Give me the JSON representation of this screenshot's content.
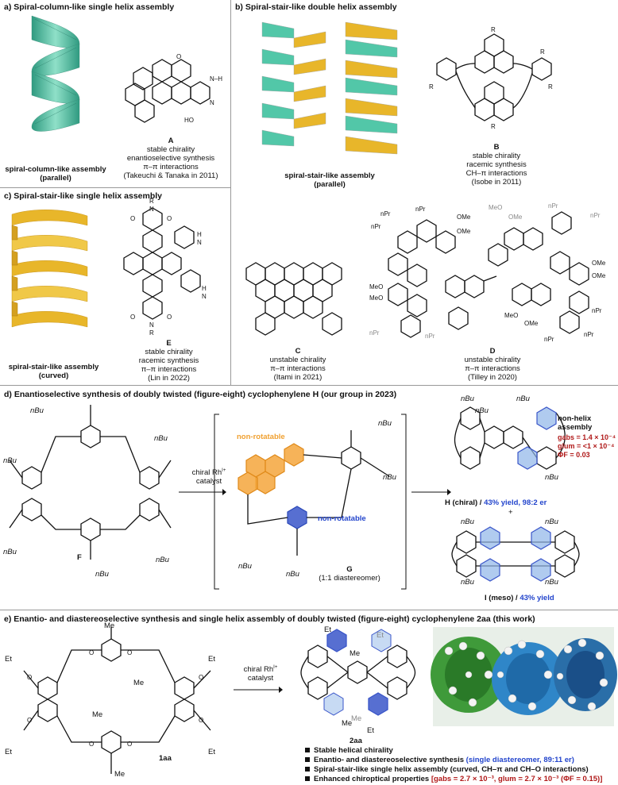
{
  "panel_a": {
    "title": "a) Spiral-column-like single helix assembly",
    "assembly_caption_1": "spiral-column-like assembly",
    "assembly_caption_2": "(parallel)",
    "compound": "A",
    "lines": [
      "stable chirality",
      "enantioselective synthesis",
      "π–π interactions",
      "(Takeuchi & Tanaka in 2011)"
    ],
    "atoms": {
      "o": "O",
      "nh": "N–H",
      "n": "N",
      "ho": "HO"
    }
  },
  "panel_b": {
    "title": "b) Spiral-stair-like double helix assembly",
    "assembly_caption_1": "spiral-stair-like assembly",
    "assembly_caption_2": "(parallel)",
    "compound": "B",
    "lines": [
      "stable chirality",
      "racemic synthesis",
      "CH–π interactions",
      "(Isobe in 2011)"
    ],
    "r": "R"
  },
  "panel_c": {
    "title": "c) Spiral-stair-like single helix assembly",
    "assembly_caption_1": "spiral-stair-like assembly",
    "assembly_caption_2": "(curved)",
    "compound_e": "E",
    "lines_e": [
      "stable chirality",
      "racemic synthesis",
      "π–π interactions",
      "(Lin in 2022)"
    ],
    "compound_c": "C",
    "lines_c": [
      "unstable chirality",
      "π–π interactions",
      "(Itami in 2021)"
    ],
    "compound_d": "D",
    "lines_d": [
      "unstable chirality",
      "π–π interactions",
      "(Tilley in 2020)"
    ],
    "atoms": {
      "r": "R",
      "n": "N",
      "o": "O",
      "h": "H",
      "npr": "nPr",
      "ome": "OMe",
      "meo": "MeO"
    }
  },
  "panel_d": {
    "title": "d) Enantioselective synthesis of doubly twisted (figure-eight) cyclophenylene H (our group in 2023)",
    "reagent_1": "chiral Rh",
    "reagent_sup": "I+",
    "reagent_2": "catalyst",
    "compound_f": "F",
    "compound_g": "G",
    "g_note": "(1:1 diastereomer)",
    "non_rotatable": "non-rotatable",
    "nbu": "nBu",
    "h_label": "H (chiral) / ",
    "h_yield": "43% yield, 98:2 er",
    "plus": "+",
    "i_label": "I (meso) / ",
    "i_yield": "43% yield",
    "props_title_1": "non-helix",
    "props_title_2": "assembly",
    "props": [
      "gabs = 1.4 × 10⁻⁴",
      "glum = <1 × 10⁻⁴",
      "ΦF = 0.03"
    ]
  },
  "panel_e": {
    "title": "e) Enantio- and diastereoselective synthesis and single helix assembly of doubly twisted (figure-eight) cyclophenylene 2aa (this work)",
    "reagent_1": "chiral Rh",
    "reagent_sup": "I+",
    "reagent_2": "catalyst",
    "compound_1aa": "1aa",
    "compound_2aa": "2aa",
    "me": "Me",
    "et": "Et",
    "o": "O",
    "bullets": [
      {
        "text": "Stable helical chirality",
        "extra": ""
      },
      {
        "text": "Enantio- and diastereoselective synthesis ",
        "extra": "(single diastereomer, 89:11 er)"
      },
      {
        "text": "Spiral-stair-like single helix assembly (curved, CH–π and CH–O interactions)",
        "extra": ""
      },
      {
        "text": "Enhanced chiroptical properties ",
        "extra": "[gabs = 2.7 × 10⁻³, glum = 2.7 × 10⁻³ (ΦF = 0.15)]"
      }
    ]
  },
  "colors": {
    "teal": "#52c7a8",
    "gold": "#e8b62a",
    "orange": "#f5a63c",
    "blue": "#3a56c9",
    "red": "#b01818",
    "ltblue": "#8fb5e8"
  }
}
